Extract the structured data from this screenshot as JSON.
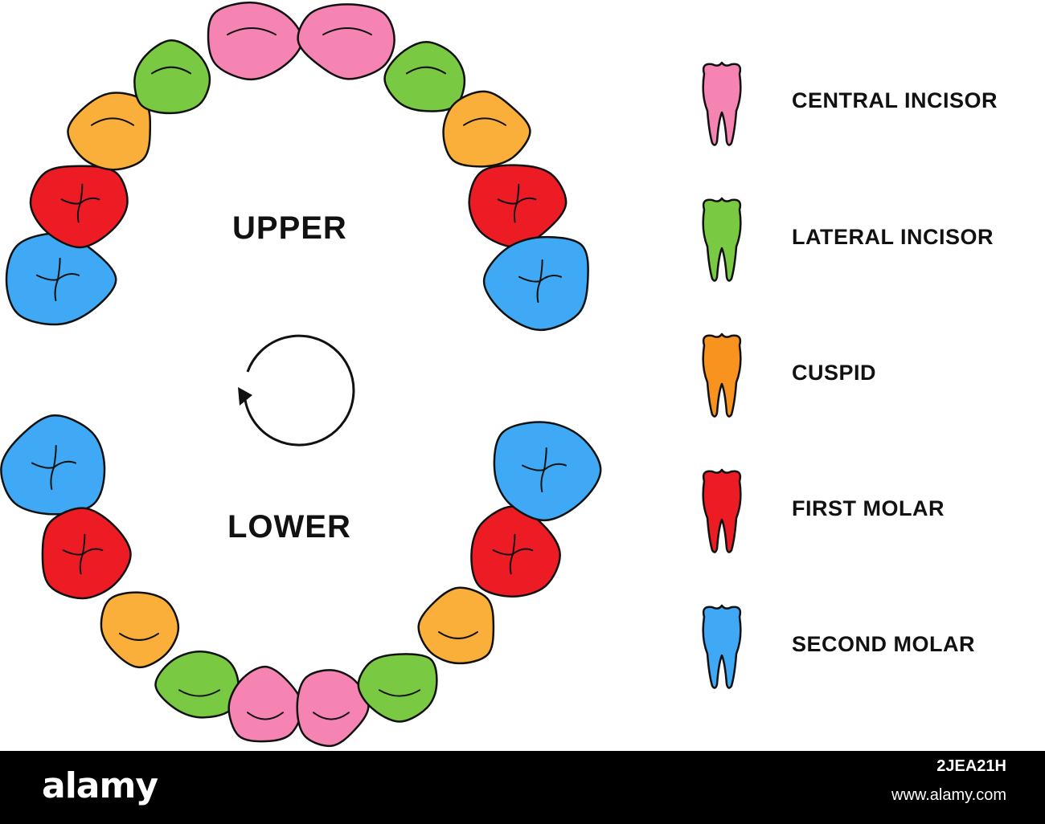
{
  "colors": {
    "central_incisor": "#F584B3",
    "lateral_incisor": "#7AC943",
    "cuspid": "#F7931E",
    "cuspid_chart": "#F9AF3A",
    "first_molar": "#ED1C24",
    "second_molar": "#3FA9F5",
    "outline": "#111111"
  },
  "jaws": {
    "upper_label": "UPPER",
    "lower_label": "LOWER"
  },
  "legend": [
    {
      "key": "central_incisor",
      "label": "CENTRAL INCISOR"
    },
    {
      "key": "lateral_incisor",
      "label": "LATERAL INCISOR"
    },
    {
      "key": "cuspid",
      "label": "CUSPID"
    },
    {
      "key": "first_molar",
      "label": "FIRST MOLAR"
    },
    {
      "key": "second_molar",
      "label": "SECOND MOLAR"
    }
  ],
  "center_icon": "rotate-arrow-icon",
  "footer": {
    "brand": "alamy",
    "image_id": "2JEA21H",
    "url": "www.alamy.com"
  }
}
